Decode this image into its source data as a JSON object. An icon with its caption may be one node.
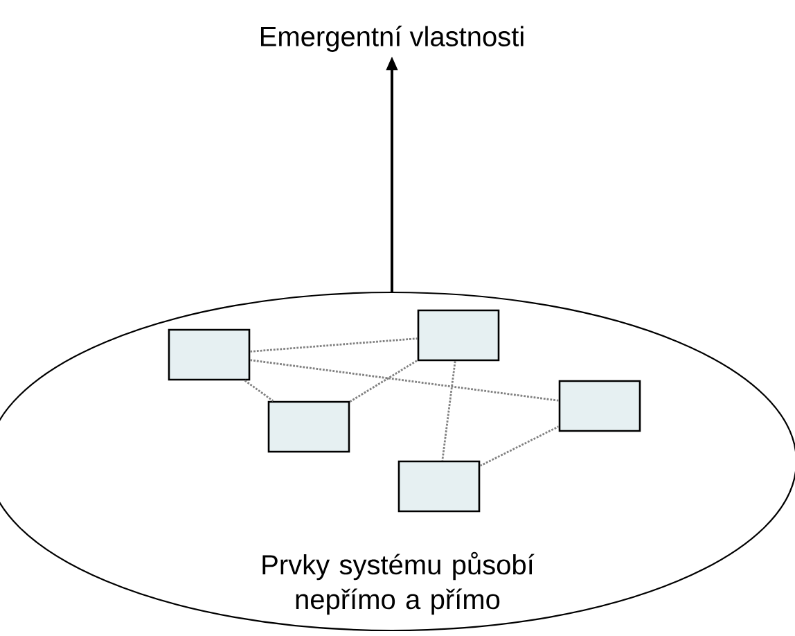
{
  "diagram": {
    "nodes": [
      {
        "text": [
          "Emergentní vlastnosti"
        ]
      },
      {
        "text": [
          "Prvky systému působí nepřímo a přímo"
        ]
      },
      {
        "text": [],
        "shape": "box",
        "in": 1
      },
      {
        "text": [],
        "shape": "box",
        "in": 1
      },
      {
        "text": [],
        "shape": "box",
        "in": 1
      },
      {
        "text": [],
        "shape": "box",
        "in": 1
      },
      {
        "text": [],
        "shape": "box",
        "in": 1
      }
    ],
    "edges": [
      {
        "from": 1,
        "to": 0,
        "arrow": "to",
        "color": "#000000"
      },
      {
        "from": 2,
        "to": 3,
        "arrow": "none",
        "style": "dashed"
      },
      {
        "from": 2,
        "to": 4,
        "arrow": "none",
        "style": "dashed"
      },
      {
        "from": 2,
        "to": 5,
        "arrow": "none",
        "style": "dashed"
      },
      {
        "from": 4,
        "to": 3,
        "arrow": "none",
        "style": "dashed"
      },
      {
        "from": 3,
        "to": 6,
        "arrow": "none",
        "style": "dashed"
      },
      {
        "from": 6,
        "to": 5,
        "arrow": "none",
        "style": "dashed"
      }
    ]
  }
}
